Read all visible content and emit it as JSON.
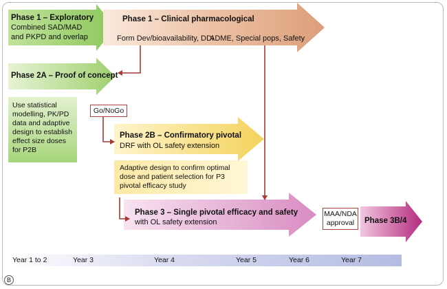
{
  "phase1_exploratory": {
    "title": "Phase 1 – Exploratory",
    "line1": "Combined SAD/MAD",
    "line2": "and PKPD and overlap"
  },
  "phase1_clinical": {
    "title": "Phase 1 – Clinical pharmacological",
    "sub_left": "Form Dev/bioavailability, DDI",
    "sub_right": "ADME, Special pops, Safety"
  },
  "phase2a": {
    "title": "Phase 2A – Proof of concept",
    "note": [
      "Use statistical",
      "modelling, PK/PD",
      "data and adaptive",
      "design to establish",
      "effect size doses",
      "for P2B"
    ]
  },
  "go_nogo": "Go/NoGo",
  "phase2b": {
    "title": "Phase 2B – Confirmatory pivotal",
    "sub": "DRF with OL safety extension",
    "note": [
      "Adaptive design to confirm optimal",
      "dose and patient selection for P3",
      "pivotal efficacy study"
    ]
  },
  "phase3": {
    "title": "Phase 3 – Single pivotal efficacy and safety",
    "sub": "with OL safety extension"
  },
  "maa_nda": [
    "MAA/NDA",
    "approval"
  ],
  "phase3b4": "Phase 3B/4",
  "timeline": [
    "Year 1 to 2",
    "Year 3",
    "Year 4",
    "Year 5",
    "Year 6",
    "Year 7"
  ],
  "panel_label": "B",
  "colors": {
    "green": "#9cd06e",
    "salmon": "#e2a884",
    "yellow": "#f4d96a",
    "pink": "#dc98c8",
    "magenta": "#c4408f",
    "arrow_line": "#a33a35",
    "timeline": "#c8cdea"
  }
}
